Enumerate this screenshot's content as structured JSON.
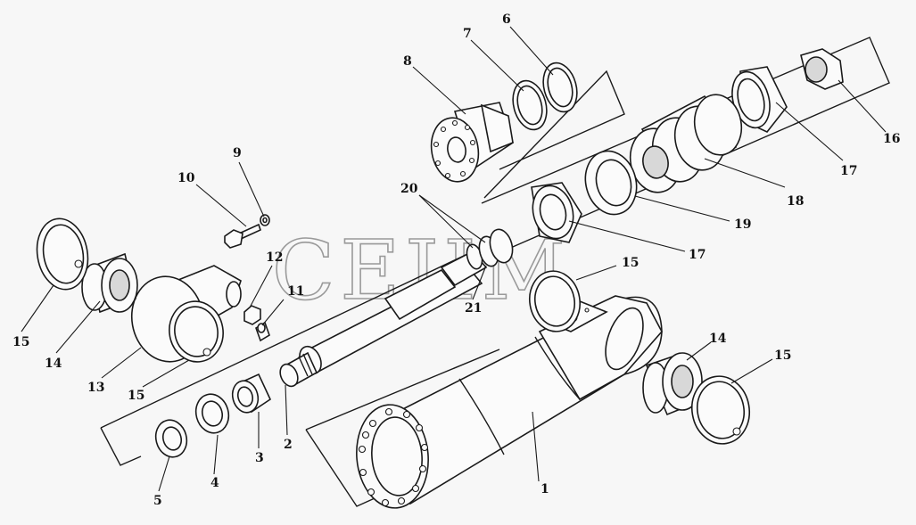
{
  "watermark": "CEJIM",
  "callouts": [
    {
      "id": "c1",
      "text": "1"
    },
    {
      "id": "c2",
      "text": "2"
    },
    {
      "id": "c3",
      "text": "3"
    },
    {
      "id": "c4",
      "text": "4"
    },
    {
      "id": "c5",
      "text": "5"
    },
    {
      "id": "c6",
      "text": "6"
    },
    {
      "id": "c7",
      "text": "7"
    },
    {
      "id": "c8",
      "text": "8"
    },
    {
      "id": "c9",
      "text": "9"
    },
    {
      "id": "c10",
      "text": "10"
    },
    {
      "id": "c11",
      "text": "11"
    },
    {
      "id": "c12",
      "text": "12"
    },
    {
      "id": "c13",
      "text": "13"
    },
    {
      "id": "c14a",
      "text": "14"
    },
    {
      "id": "c14b",
      "text": "14"
    },
    {
      "id": "c15a",
      "text": "15"
    },
    {
      "id": "c15b",
      "text": "15"
    },
    {
      "id": "c15c",
      "text": "15"
    },
    {
      "id": "c15d",
      "text": "15"
    },
    {
      "id": "c16",
      "text": "16"
    },
    {
      "id": "c17a",
      "text": "17"
    },
    {
      "id": "c17b",
      "text": "17"
    },
    {
      "id": "c18",
      "text": "18"
    },
    {
      "id": "c19",
      "text": "19"
    },
    {
      "id": "c20",
      "text": "20"
    },
    {
      "id": "c21",
      "text": "21"
    }
  ]
}
